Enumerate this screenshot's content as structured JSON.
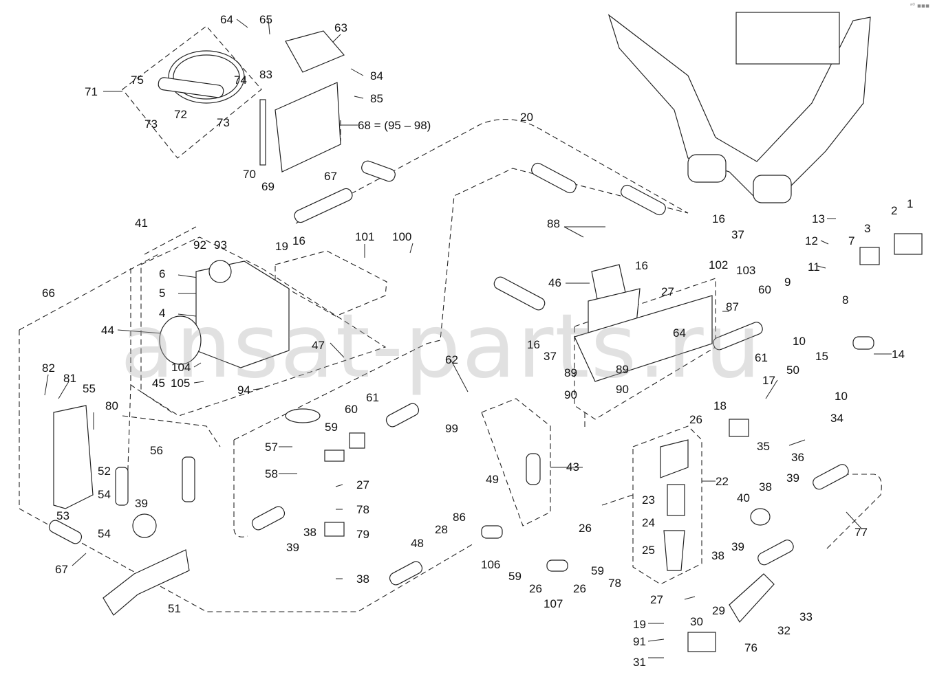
{
  "watermark": "ansat-parts.ru",
  "corner_mark": "ᵃ⁰ ▪▪▪",
  "callouts": {
    "c1": "1",
    "c2": "2",
    "c3": "3",
    "c4": "4",
    "c5": "5",
    "c6": "6",
    "c7": "7",
    "c8": "8",
    "c9": "9",
    "c10a": "10",
    "c10b": "10",
    "c11": "11",
    "c12": "12",
    "c13": "13",
    "c14": "14",
    "c15": "15",
    "c16a": "16",
    "c16b": "16",
    "c16c": "16",
    "c16d": "16",
    "c17": "17",
    "c18": "18",
    "c19a": "19",
    "c19b": "19",
    "c20": "20",
    "c22": "22",
    "c23": "23",
    "c24": "24",
    "c25": "25",
    "c26a": "26",
    "c26b": "26",
    "c26c": "26",
    "c26d": "26",
    "c27a": "27",
    "c27b": "27",
    "c27c": "27",
    "c28": "28",
    "c29": "29",
    "c30": "30",
    "c31": "31",
    "c32": "32",
    "c33": "33",
    "c34": "34",
    "c35": "35",
    "c36": "36",
    "c37a": "37",
    "c37b": "37",
    "c38a": "38",
    "c38b": "38",
    "c38c": "38",
    "c38d": "38",
    "c39a": "39",
    "c39b": "39",
    "c39c": "39",
    "c39d": "39",
    "c40": "40",
    "c41": "41",
    "c43": "43",
    "c44": "44",
    "c45": "45",
    "c46": "46",
    "c47": "47",
    "c48": "48",
    "c49": "49",
    "c50": "50",
    "c51": "51",
    "c52": "52",
    "c53": "53",
    "c54a": "54",
    "c54b": "54",
    "c55": "55",
    "c56": "56",
    "c57": "57",
    "c58": "58",
    "c59a": "59",
    "c59b": "59",
    "c59c": "59",
    "c60a": "60",
    "c60b": "60",
    "c61a": "61",
    "c61b": "61",
    "c62": "62",
    "c63": "63",
    "c64a": "64",
    "c64b": "64",
    "c65": "65",
    "c66": "66",
    "c67a": "67",
    "c67b": "67",
    "c68": "68 = (95 – 98)",
    "c69": "69",
    "c70": "70",
    "c71": "71",
    "c72": "72",
    "c73a": "73",
    "c73b": "73",
    "c74": "74",
    "c75": "75",
    "c76": "76",
    "c77": "77",
    "c78a": "78",
    "c78b": "78",
    "c79": "79",
    "c80": "80",
    "c81": "81",
    "c82": "82",
    "c83": "83",
    "c84": "84",
    "c85": "85",
    "c86": "86",
    "c87": "87",
    "c88": "88",
    "c89a": "89",
    "c89b": "89",
    "c90a": "90",
    "c90b": "90",
    "c91": "91",
    "c92": "92",
    "c93": "93",
    "c94": "94",
    "c99": "99",
    "c100": "100",
    "c101": "101",
    "c102": "102",
    "c103": "103",
    "c104": "104",
    "c105": "105",
    "c106": "106",
    "c107": "107"
  }
}
